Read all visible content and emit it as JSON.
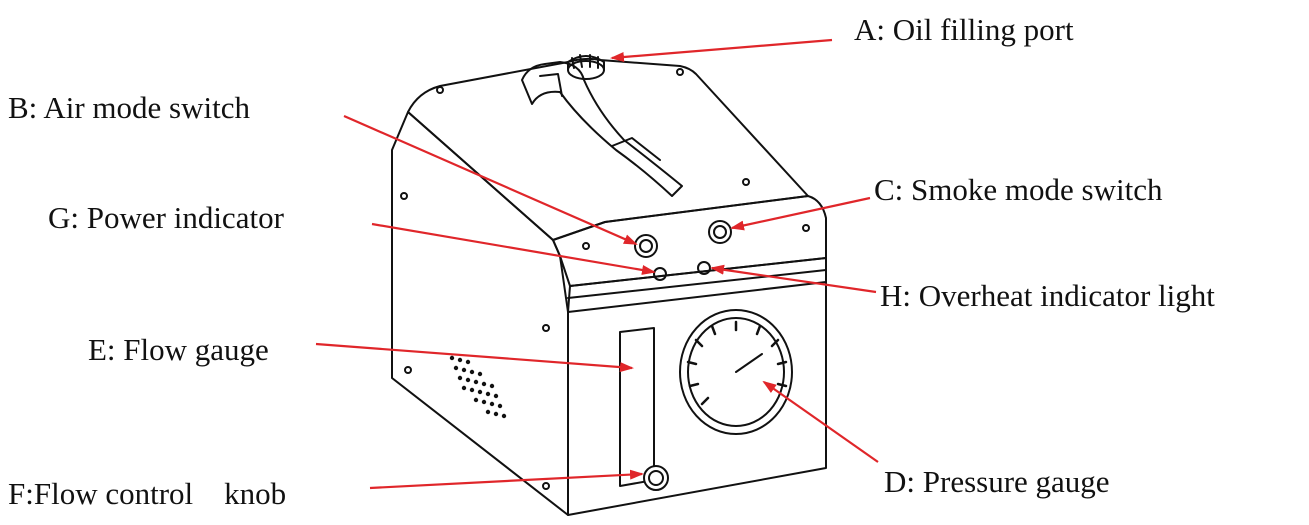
{
  "labels": {
    "a": "A: Oil filling port",
    "b": "B: Air mode switch",
    "c": "C: Smoke mode switch",
    "d": "D: Pressure gauge",
    "e": "E: Flow gauge",
    "f": "F:Flow control    knob",
    "g": "G: Power indicator",
    "h": "H: Overheat indicator light"
  },
  "colors": {
    "arrow": "#e0262a",
    "outline": "#111111",
    "background": "#ffffff"
  }
}
